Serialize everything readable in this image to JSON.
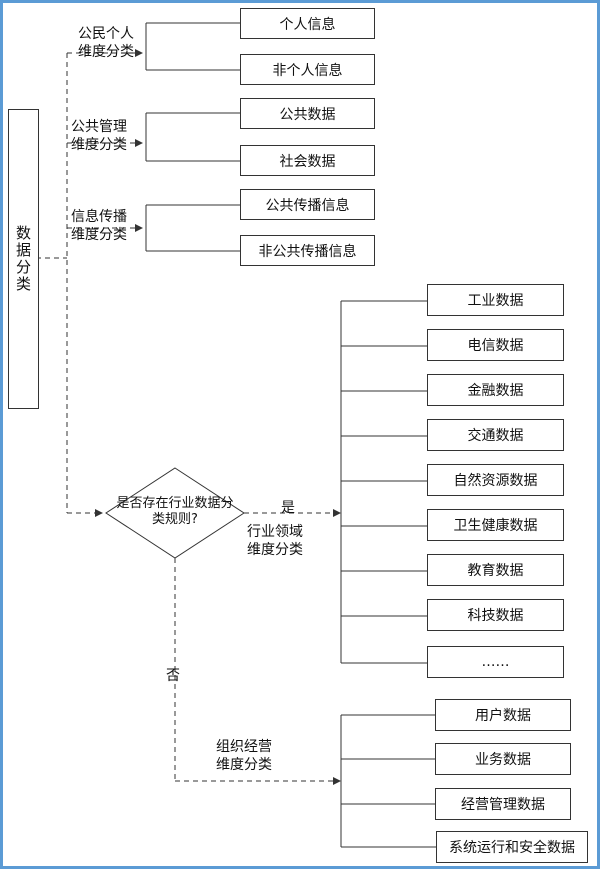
{
  "root": {
    "label": "数据分类"
  },
  "groups": {
    "citizen": {
      "label_line1": "公民个人",
      "label_line2": "维度分类",
      "items": [
        "个人信息",
        "非个人信息"
      ]
    },
    "public_mgmt": {
      "label_line1": "公共管理",
      "label_line2": "维度分类",
      "items": [
        "公共数据",
        "社会数据"
      ]
    },
    "info_spread": {
      "label_line1": "信息传播",
      "label_line2": "维度分类",
      "items": [
        "公共传播信息",
        "非公共传播信息"
      ]
    },
    "industry": {
      "label_line1": "行业领域",
      "label_line2": "维度分类",
      "items": [
        "工业数据",
        "电信数据",
        "金融数据",
        "交通数据",
        "自然资源数据",
        "卫生健康数据",
        "教育数据",
        "科技数据",
        "……"
      ]
    },
    "org": {
      "label_line1": "组织经营",
      "label_line2": "维度分类",
      "items": [
        "用户数据",
        "业务数据",
        "经营管理数据",
        "系统运行和安全数据"
      ]
    }
  },
  "decision": {
    "line1": "是否存在行业数据分",
    "line2": "类规则?",
    "yes": "是",
    "no": "否"
  }
}
